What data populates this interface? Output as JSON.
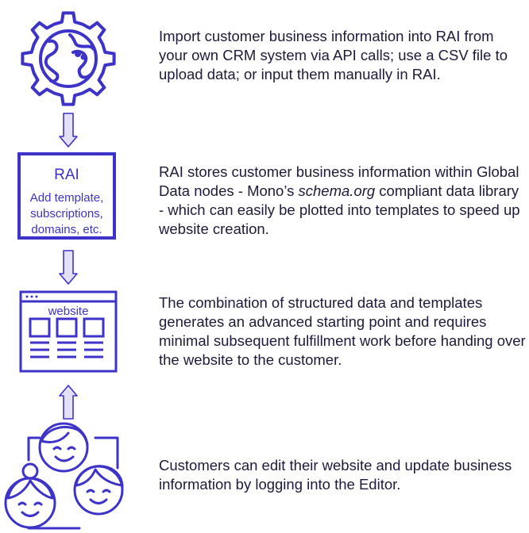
{
  "colors": {
    "accent": "#3d33c8",
    "arrow_fill": "#e3e0f8",
    "text": "#1e1a3a"
  },
  "steps": [
    {
      "icon": "globe-gear-icon",
      "text": "Import customer business information into RAI from your own CRM system via API calls; use a CSV file to upload data; or input them manually in RAI."
    },
    {
      "icon": "rai-box-icon",
      "box_title": "RAI",
      "box_lines": [
        "Add template,",
        "subscriptions,",
        "domains, etc."
      ],
      "text_before": "RAI stores customer business information within Global Data nodes - Mono’s ",
      "text_em": "schema.org",
      "text_after": " compliant data library - which can easily be plotted into templates to speed up website creation."
    },
    {
      "icon": "website-icon",
      "icon_label": "website",
      "text": "The combination of structured data and templates generates an advanced starting point and requires minimal subsequent fulfillment work before handing over the website to the customer."
    },
    {
      "icon": "customers-icon",
      "text": "Customers can edit their website and update business information by logging into the Editor."
    }
  ]
}
